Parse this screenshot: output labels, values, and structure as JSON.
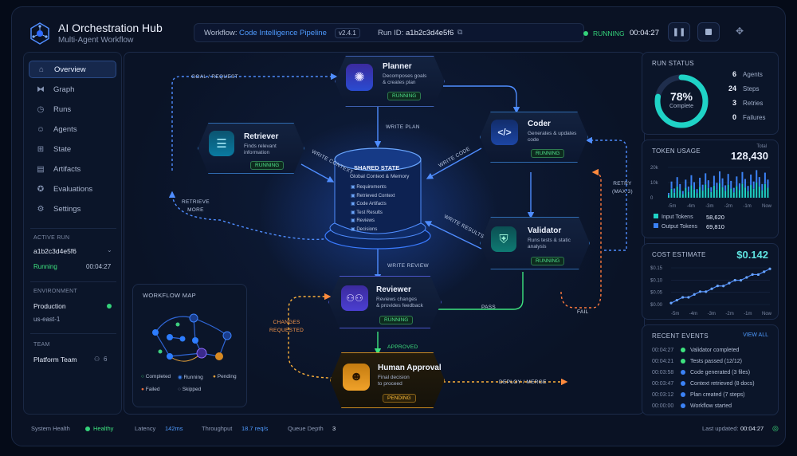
{
  "header": {
    "title": "AI Orchestration Hub",
    "subtitle": "Multi-Agent Workflow",
    "workflow_label": "Workflow:",
    "workflow_name": "Code Intelligence Pipeline",
    "version": "v2.4.1",
    "run_id_label": "Run ID:",
    "run_id": "a1b2c3d4e5f6",
    "status": "RUNNING",
    "elapsed": "00:04:27"
  },
  "sidebar": {
    "items": [
      {
        "label": "Overview",
        "icon": "home-icon"
      },
      {
        "label": "Graph",
        "icon": "graph-icon"
      },
      {
        "label": "Runs",
        "icon": "clock-icon"
      },
      {
        "label": "Agents",
        "icon": "agents-icon"
      },
      {
        "label": "State",
        "icon": "state-icon"
      },
      {
        "label": "Artifacts",
        "icon": "file-icon"
      },
      {
        "label": "Evaluations",
        "icon": "eval-icon"
      },
      {
        "label": "Settings",
        "icon": "gear-icon"
      }
    ],
    "active_run_label": "ACTIVE RUN",
    "active_run_id": "a1b2c3d4e5f6",
    "active_run_status": "Running",
    "active_run_time": "00:04:27",
    "environment_label": "ENVIRONMENT",
    "environment": "Production",
    "region": "us-east-1",
    "team_label": "TEAM",
    "team": "Platform Team",
    "team_count": "6"
  },
  "graph": {
    "planner": {
      "title": "Planner",
      "desc": [
        "Decomposes goals",
        "& creates plan"
      ],
      "status": "RUNNING"
    },
    "retriever": {
      "title": "Retriever",
      "desc": [
        "Finds relevant",
        "information"
      ],
      "status": "RUNNING"
    },
    "coder": {
      "title": "Coder",
      "desc": [
        "Generates & updates",
        "code"
      ],
      "status": "RUNNING"
    },
    "validator": {
      "title": "Validator",
      "desc": [
        "Runs tests & static",
        "analysis"
      ],
      "status": "RUNNING"
    },
    "reviewer": {
      "title": "Reviewer",
      "desc": [
        "Reviews changes",
        "& provides feedback"
      ],
      "status": "RUNNING"
    },
    "human": {
      "title": "Human Approval",
      "desc": [
        "Final decision",
        "to proceed"
      ],
      "status": "PENDING"
    },
    "shared_state": {
      "title": "SHARED STATE",
      "subtitle": "Global Context & Memory",
      "items": [
        "Requirements",
        "Retrieved Context",
        "Code Artifacts",
        "Test Results",
        "Reviews",
        "Decisions"
      ]
    },
    "edges": {
      "goal": "GOAL / REQUEST",
      "write_plan": "WRITE PLAN",
      "write_context": "WRITE CONTEXT",
      "write_code": "WRITE CODE",
      "write_results": "WRITE RESULTS",
      "write_review": "WRITE REVIEW",
      "retrieve_more": [
        "RETRIEVE",
        "MORE"
      ],
      "retry": [
        "RETRY",
        "(MAX 3)"
      ],
      "fail": "FAIL",
      "pass": "PASS",
      "changes": [
        "CHANGES",
        "REQUESTED"
      ],
      "approved": "APPROVED",
      "deploy": "DEPLOY / MERGE"
    }
  },
  "workflow_map": {
    "title": "WORKFLOW MAP",
    "legend": [
      "Completed",
      "Running",
      "Pending",
      "Failed",
      "Skipped"
    ]
  },
  "run_status": {
    "title": "RUN STATUS",
    "percent": 78,
    "percent_text": "78%",
    "complete": "Complete",
    "stats": [
      {
        "value": "6",
        "label": "Agents"
      },
      {
        "value": "24",
        "label": "Steps"
      },
      {
        "value": "3",
        "label": "Retries"
      },
      {
        "value": "0",
        "label": "Failures"
      }
    ]
  },
  "token_usage": {
    "title": "TOKEN USAGE",
    "total_label": "Total",
    "total": "128,430",
    "yticks": [
      "20k",
      "10k",
      "0"
    ],
    "xticks": [
      "-5m",
      "-4m",
      "-3m",
      "-2m",
      "-1m",
      "Now"
    ],
    "input_label": "Input Tokens",
    "input": "58,620",
    "output_label": "Output Tokens",
    "output": "69,810"
  },
  "cost": {
    "title": "COST ESTIMATE",
    "value": "$0.142",
    "yticks": [
      "$0.15",
      "$0.10",
      "$0.05",
      "$0.00"
    ],
    "xticks": [
      "-5m",
      "-4m",
      "-3m",
      "-2m",
      "-1m",
      "Now"
    ]
  },
  "events": {
    "title": "RECENT EVENTS",
    "view_all": "VIEW ALL",
    "items": [
      {
        "time": "00:04:27",
        "text": "Validator completed",
        "color": "#3ee37f"
      },
      {
        "time": "00:04:21",
        "text": "Tests passed (12/12)",
        "color": "#3ee37f"
      },
      {
        "time": "00:03:58",
        "text": "Code generated (3 files)",
        "color": "#3b82f6"
      },
      {
        "time": "00:03:47",
        "text": "Context retrieved (8 docs)",
        "color": "#3b82f6"
      },
      {
        "time": "00:03:12",
        "text": "Plan created (7 steps)",
        "color": "#3b82f6"
      },
      {
        "time": "00:00:00",
        "text": "Workflow started",
        "color": "#3b82f6"
      }
    ]
  },
  "footer": {
    "health_label": "System Health",
    "health": "Healthy",
    "latency_label": "Latency",
    "latency": "142ms",
    "throughput_label": "Throughput",
    "throughput": "18.7 req/s",
    "queue_label": "Queue Depth",
    "queue": "3",
    "updated_label": "Last updated:",
    "updated": "00:04:27"
  }
}
